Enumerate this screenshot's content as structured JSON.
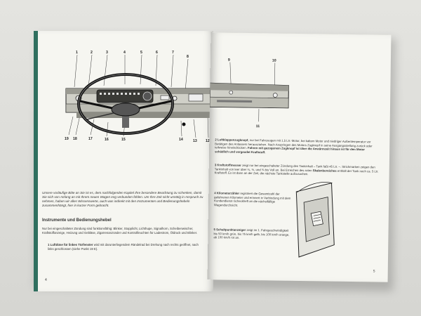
{
  "left_page": {
    "callouts": [
      "1",
      "2",
      "3",
      "4",
      "5",
      "6",
      "7",
      "8",
      "19",
      "18",
      "17",
      "16",
      "15",
      "14",
      "13",
      "12"
    ],
    "intro_text": "Unsere vorläufige Bitte an Sie ist es, dem nachfolgenden Kapitel Ihre besondere Beachtung zu schenken, damit Sie sich von Anfang an mit Ihrem neuen Wagen eng verbunden fühlen. Um Ihre Zeit nicht unnötig in Anspruch zu nehmen, haben wir alles Wissenswerte, auch was indirekt mit den Instrumenten und Bedienungshebeln zusammenhängt, hier in kurzer Form gebracht.",
    "heading": "Instrumente und Bedienungshebel",
    "body_text": "Nur bei eingeschalteter Zündung sind funktionsfähig: Blinker, Stopplicht, Lichthupe, Signalhorn, Scheibenwischer, Kraftstoffanzeige, Heizung und Gebläse, Zigarrenanzünder und Kontrollleuchten für Ladestrom, Öldruck und Blinker.",
    "item1_num": "1",
    "item1_title": "Luftdüse für linkes Türfenster",
    "item1_text": "wird mit darunterliegendem Rändelrad bei Drehung nach rechts geöffnet, nach links geschlossen (siehe Punkt 19 E).",
    "page_number": "4"
  },
  "right_page": {
    "callouts": [
      "9",
      "10",
      "11"
    ],
    "item2_num": "2",
    "item2_title": "Luftklappenzugknopf,",
    "item2_text": "nur bei Fahrzeugen mit 1,5 Ltr.-Motor, bei kaltem Motor und niedriger Außentemperatur vor Betätigen des Anlassers herausziehen. Nach Anspringen des Motors Zugknopf in seine Ausgangsstellung zurück oder teilweise hineindrücken.",
    "item2_bold": "Fahren mit gezogenem Zugknopf ist über die Anwärmzeit hinaus ist für den Motor schädlich und vergeudet Kraftstoff.",
    "item3_num": "3",
    "item3_title": "Kraftstoffmesser",
    "item3_text": "zeigt nur bei eingeschalteter Zündung den Tankinhalt – Tank faßt 45 Ltr. –. Strichmarken zeigen den Tankinhalt von leer über ¼, ½, und ¾ bis Voll an. Bei Erreichen des roten",
    "item3_bold": "Skalenbereiches",
    "item3_text2": "enthält der Tank noch ca. 5 Ltr. Kraftstoff. Es ist dann an der Zeit, die nächste Tankstelle aufzusuchen.",
    "item4_num": "4",
    "item4_title": "Kilometerzähler",
    "item4_text": "registriert die Gesamtzahl der gefahrenen Kilometer und erinnert in Verbindung mit dem Kundendienst-Scheckheft an die nächstfällige Wagendurchsicht.",
    "item5_num": "5",
    "item5_title": "Schaltpunktanzeiger",
    "item5_text": "zeigt im 1. Fahrgeschwindigkeit bis 50 km/h grün, bis 75 km/h gelb, bis 100 km/h orange, ab 100 km/h rot an.",
    "page_number": "5"
  }
}
